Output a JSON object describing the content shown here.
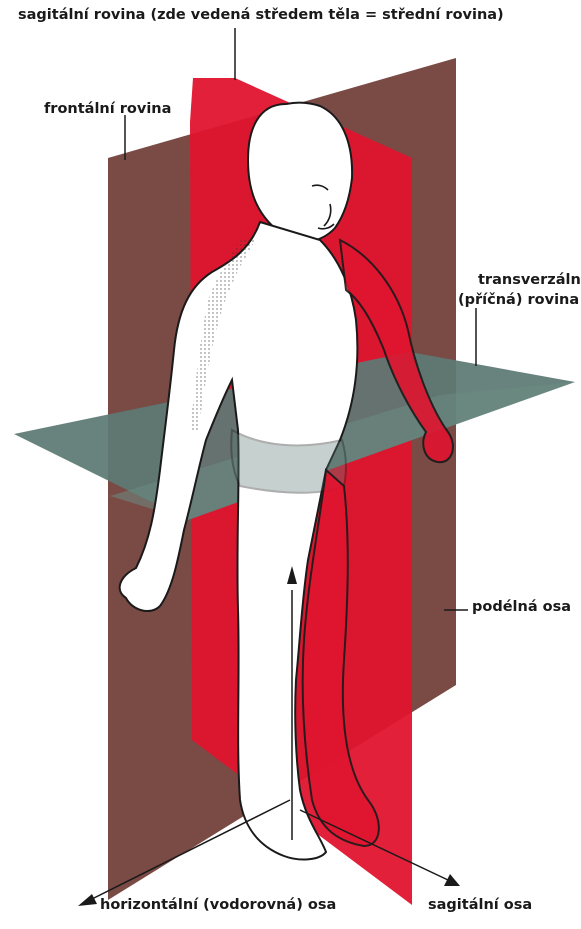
{
  "labels": {
    "sagittal_plane": "sagitální  rovina (zde vedená středem  těla =  střední rovina)",
    "frontal_plane": "frontální rovina",
    "transverse_plane_line1": "transverzální",
    "transverse_plane_line2": "(příčná) rovina",
    "longitudinal_axis": "podélná osa",
    "horizontal_axis": "horizontální (vodorovná) osa",
    "sagittal_axis": "sagitální osa"
  },
  "colors": {
    "frontal_plane": "#7a4a45",
    "sagittal_plane": "#e0142f",
    "transverse_plane": "#5d7a74",
    "body_fill": "#ffffff",
    "outline": "#1a1a1a"
  }
}
